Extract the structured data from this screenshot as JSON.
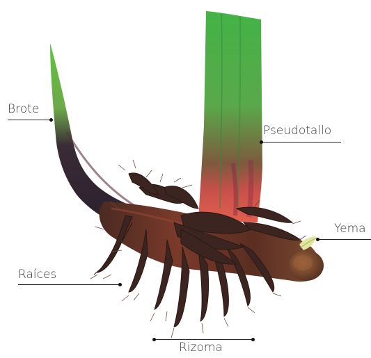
{
  "labels": {
    "brote": "Brote",
    "pseudotallo": "Pseudotallo",
    "yema": "Yema",
    "raices": "Raíces",
    "rizoma": "Rizoma"
  }
}
